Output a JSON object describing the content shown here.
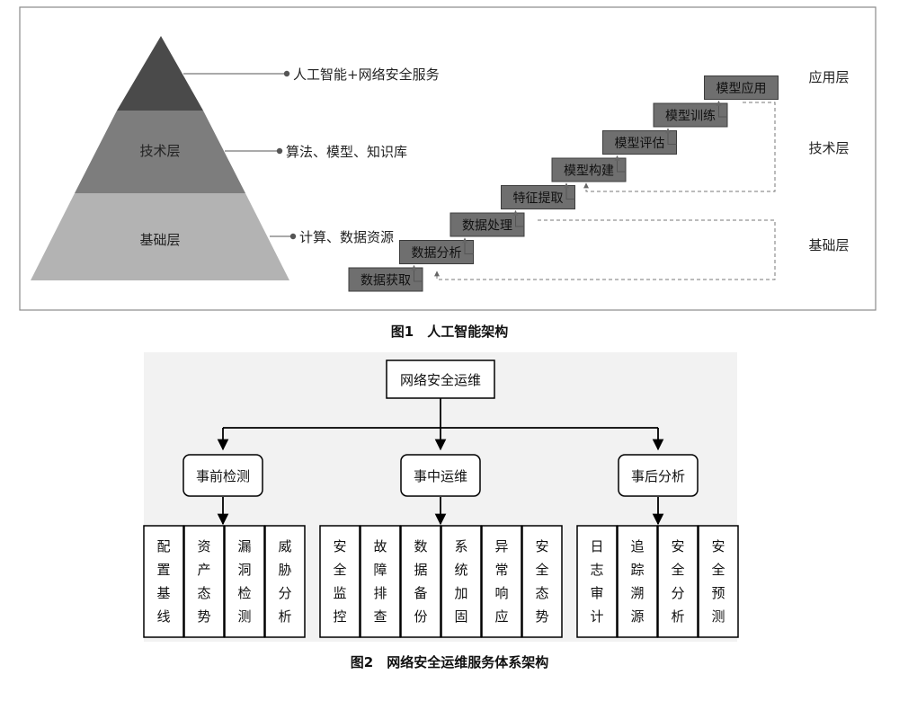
{
  "figure1": {
    "caption": "图1　人工智能架构",
    "pyramid": {
      "top_label": "",
      "middle_label": "技术层",
      "bottom_label": "基础层"
    },
    "annotations": {
      "top": "人工智能+网络安全服务",
      "middle": "算法、模型、知识库",
      "bottom": "计算、数据资源"
    },
    "steps": [
      "数据获取",
      "数据分析",
      "数据处理",
      "特征提取",
      "模型构建",
      "模型评估",
      "模型训练",
      "模型应用"
    ],
    "layers": {
      "application": "应用层",
      "technology": "技术层",
      "foundation": "基础层"
    }
  },
  "figure2": {
    "caption": "图2　网络安全运维服务体系架构",
    "root": "网络安全运维",
    "branches": [
      {
        "label": "事前检测",
        "leaves": [
          "配置基线",
          "资产态势",
          "漏洞检测",
          "威胁分析"
        ]
      },
      {
        "label": "事中运维",
        "leaves": [
          "安全监控",
          "故障排查",
          "数据备份",
          "系统加固",
          "异常响应",
          "安全态势"
        ]
      },
      {
        "label": "事后分析",
        "leaves": [
          "日志审计",
          "追踪溯源",
          "安全分析",
          "安全预测"
        ]
      }
    ]
  }
}
